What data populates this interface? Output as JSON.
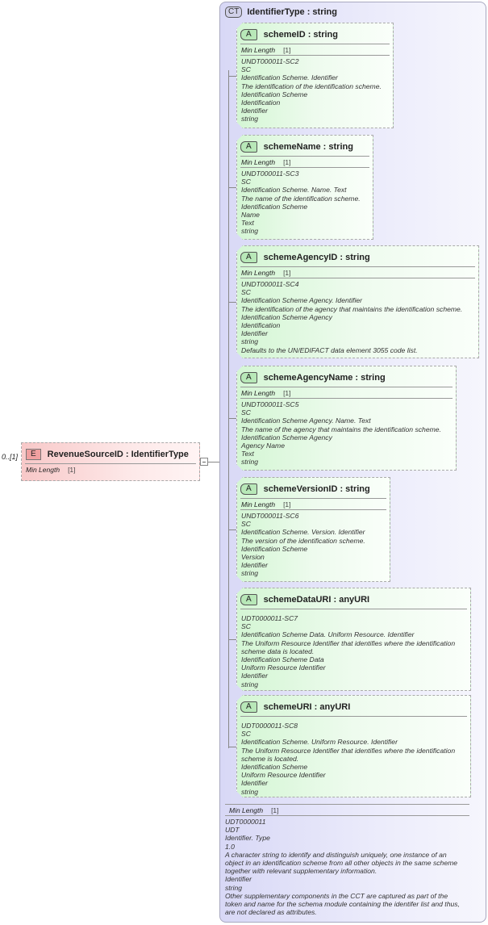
{
  "element": {
    "occurrence": "0..[1]",
    "badge": "E",
    "name": "RevenueSourceID : IdentifierType",
    "facet_label": "Min Length",
    "facet_value": "[1]"
  },
  "complex_type": {
    "badge": "CT",
    "title": "IdentifierType : string",
    "attributes": [
      {
        "name": "schemeID : string",
        "facet_label": "Min Length",
        "facet_value": "[1]",
        "doc": [
          "UNDT000011-SC2",
          "SC",
          "Identification Scheme. Identifier",
          "The identification of the identification scheme.",
          "Identification Scheme",
          "Identification",
          "Identifier",
          "string"
        ]
      },
      {
        "name": "schemeName : string",
        "facet_label": "Min Length",
        "facet_value": "[1]",
        "doc": [
          "UNDT000011-SC3",
          "SC",
          "Identification Scheme. Name. Text",
          "The name of the identification scheme.",
          "Identification Scheme",
          "Name",
          "Text",
          "string"
        ]
      },
      {
        "name": "schemeAgencyID : string",
        "facet_label": "Min Length",
        "facet_value": "[1]",
        "doc": [
          "UNDT000011-SC4",
          "SC",
          "Identification Scheme Agency. Identifier",
          "The identification of the agency that maintains the identification scheme.",
          "Identification Scheme Agency",
          "Identification",
          "Identifier",
          "string",
          "Defaults to the UN/EDIFACT data element 3055 code list."
        ]
      },
      {
        "name": "schemeAgencyName : string",
        "facet_label": "Min Length",
        "facet_value": "[1]",
        "doc": [
          "UNDT000011-SC5",
          "SC",
          "Identification Scheme Agency. Name. Text",
          "The name of the agency that maintains the identification scheme.",
          "Identification Scheme Agency",
          "Agency Name",
          "Text",
          "string"
        ]
      },
      {
        "name": "schemeVersionID : string",
        "facet_label": "Min Length",
        "facet_value": "[1]",
        "doc": [
          "UNDT000011-SC6",
          "SC",
          "Identification Scheme. Version. Identifier",
          "The version of the identification scheme.",
          "Identification Scheme",
          "Version",
          "Identifier",
          "string"
        ]
      },
      {
        "name": "schemeDataURI : anyURI",
        "doc": [
          "UDT0000011-SC7",
          "SC",
          "Identification Scheme Data. Uniform Resource. Identifier",
          "The Uniform Resource Identifier that identifies where the identification scheme data is located.",
          "Identification Scheme Data",
          "Uniform Resource Identifier",
          "Identifier",
          "string"
        ]
      },
      {
        "name": "schemeURI : anyURI",
        "doc": [
          "UDT0000011-SC8",
          "SC",
          "Identification Scheme. Uniform Resource. Identifier",
          "The Uniform Resource Identifier that identifies where the identification scheme is located.",
          "Identification Scheme",
          "Uniform Resource Identifier",
          "Identifier",
          "string"
        ]
      }
    ],
    "facet_label": "Min Length",
    "facet_value": "[1]",
    "doc": [
      "UDT0000011",
      "UDT",
      "Identifier. Type",
      "1.0",
      "A character string to identify and distinguish uniquely, one instance of an object in an identification scheme from all other objects in the same scheme together with relevant supplementary information.",
      "Identifier",
      "string",
      "Other supplementary components in the CCT are captured as part of the token and name for the schema module containing the identifer list and thus, are not declared as attributes."
    ]
  }
}
